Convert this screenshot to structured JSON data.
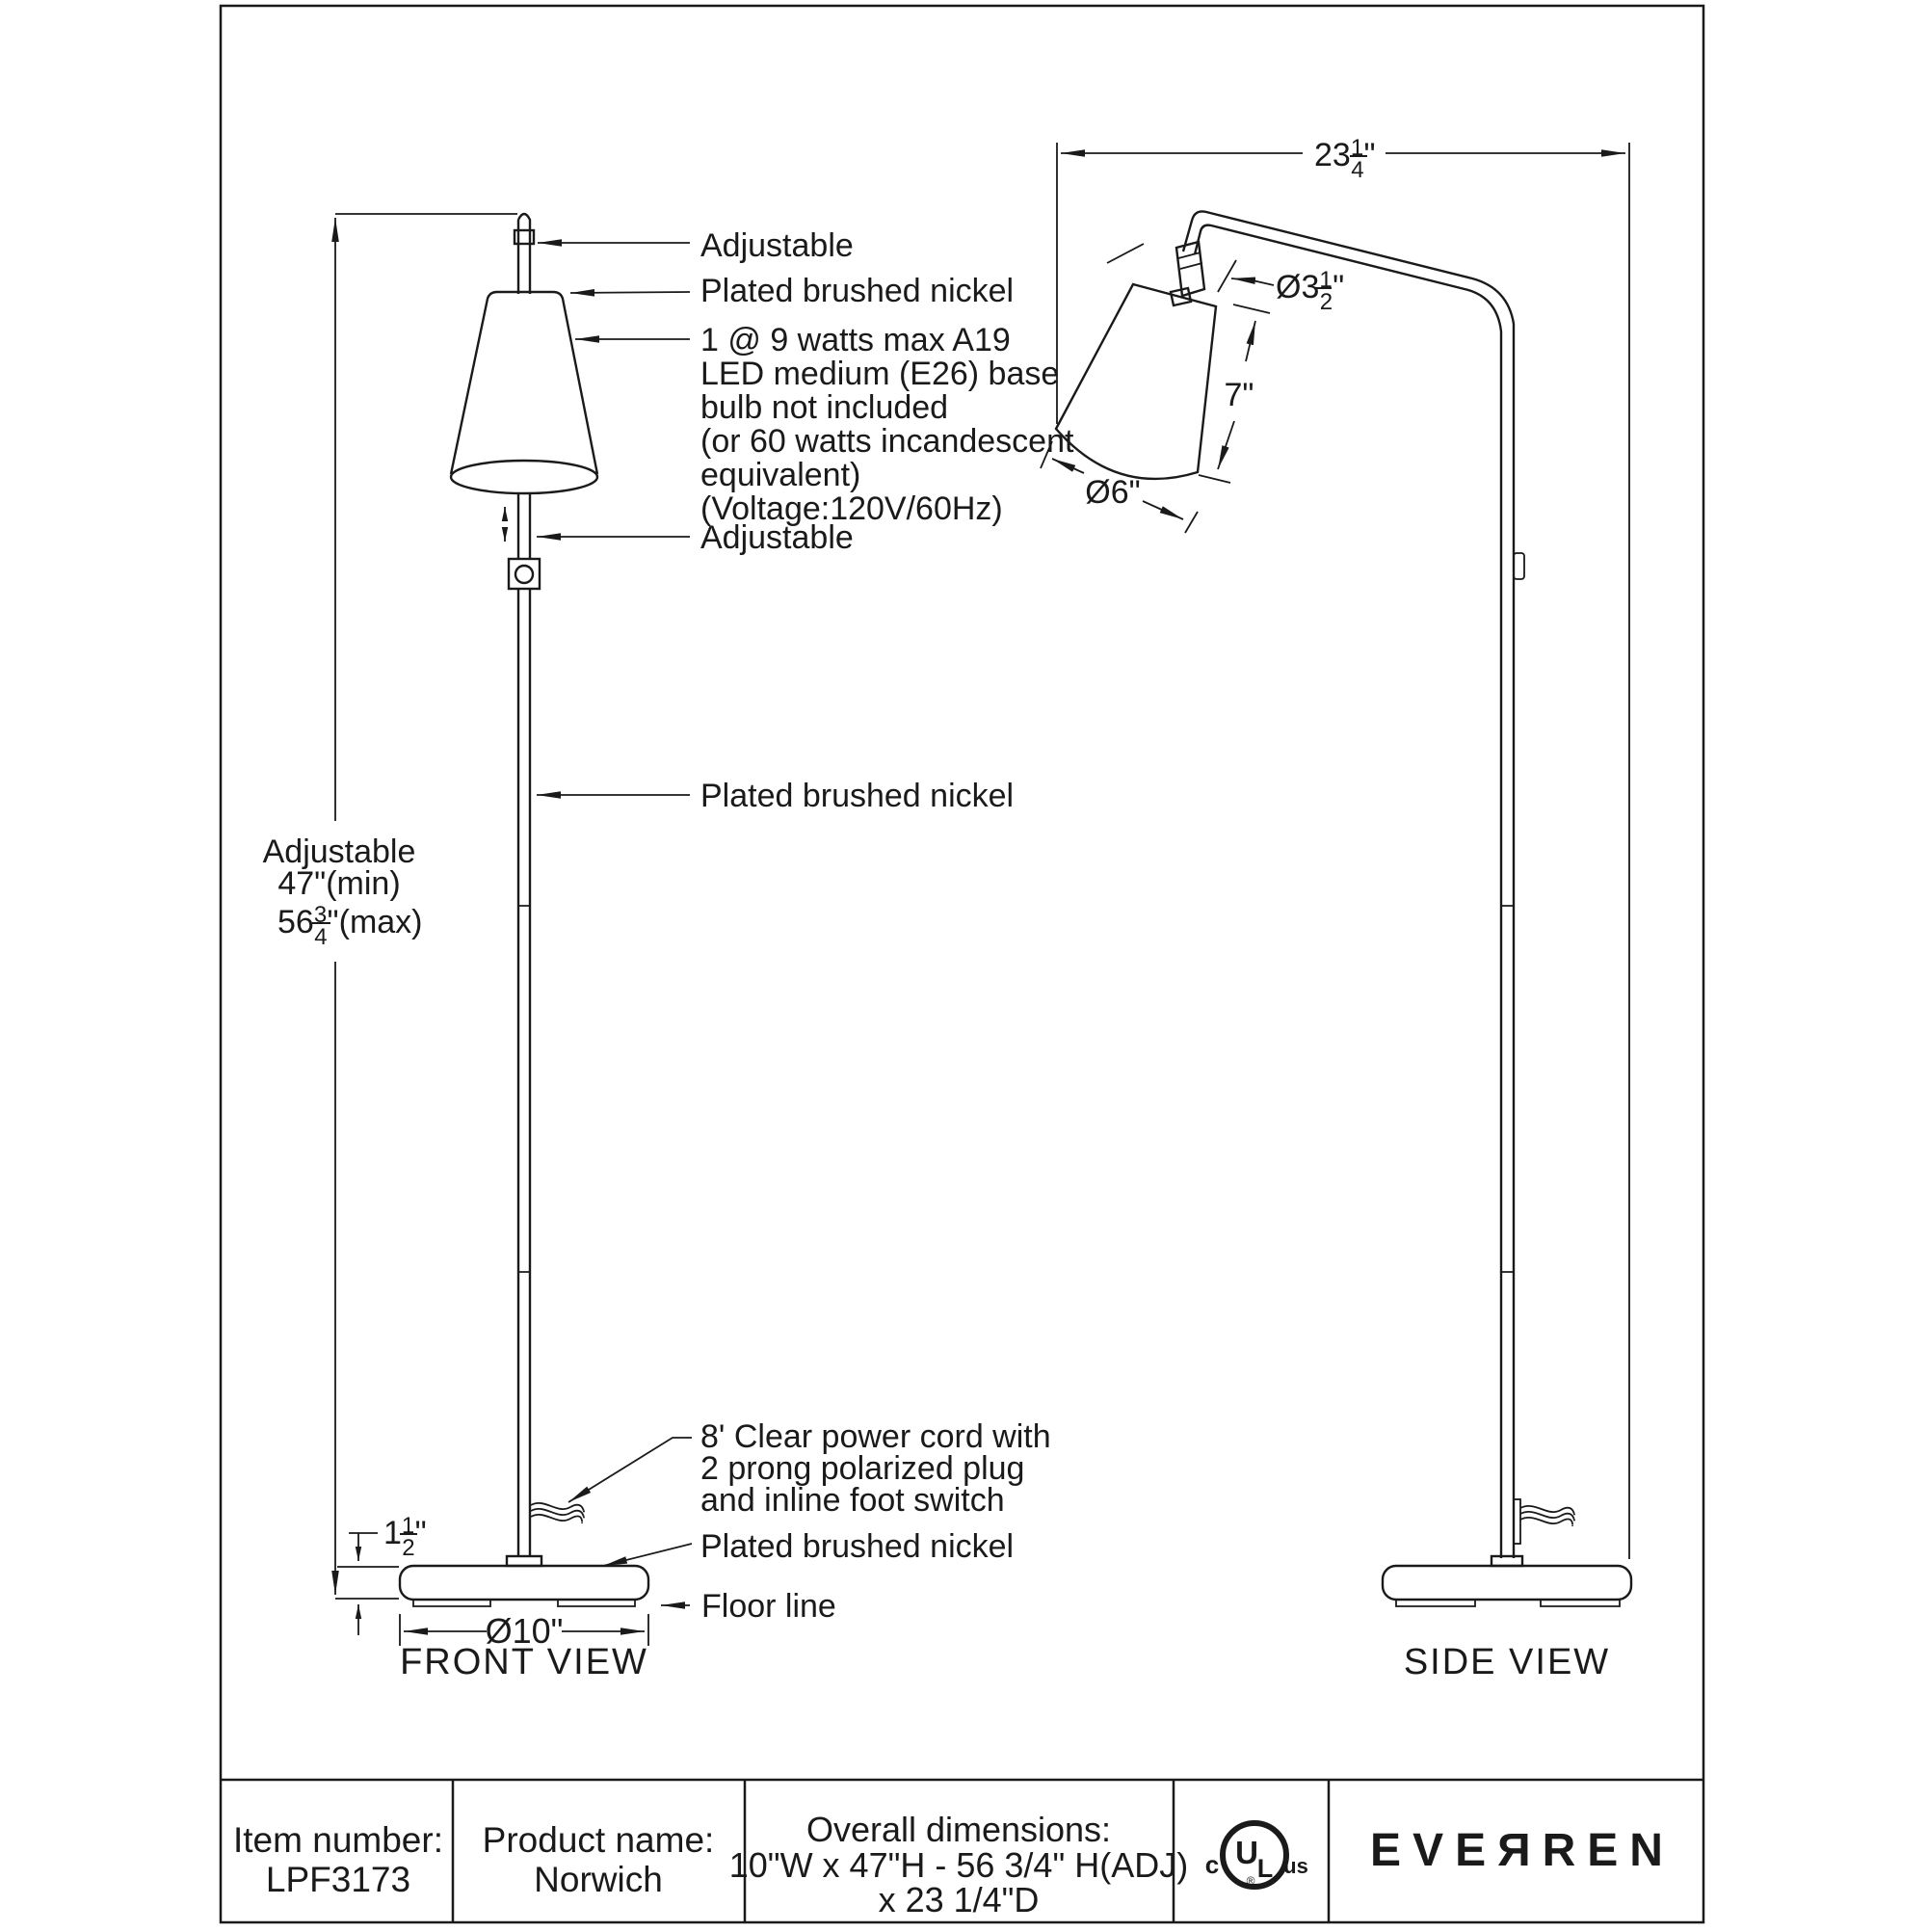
{
  "drawing": {
    "front": {
      "labels": {
        "adjustable_top": "Adjustable",
        "shade_material": "Plated brushed nickel",
        "bulb_lines": [
          "1 @ 9 watts max A19",
          "LED medium (E26) base",
          "bulb not included",
          "(or 60 watts incandescent",
          "equivalent)",
          "(Voltage:120V/60Hz)"
        ],
        "adjustable_mid": "Adjustable",
        "pole_material": "Plated brushed nickel",
        "cord_lines": [
          "8' Clear power cord with",
          "2 prong polarized plug",
          "and inline foot switch"
        ],
        "base_material": "Plated brushed nickel",
        "floor_line": "Floor line",
        "view_title": "FRONT VIEW"
      },
      "dims": {
        "height_label": "Adjustable",
        "height_min": "47\"(min)",
        "height_max": {
          "whole": "56",
          "num": "3",
          "den": "4",
          "suffix": "\"(max)"
        },
        "base_height": {
          "whole": "1",
          "num": "1",
          "den": "2",
          "suffix": "\""
        },
        "base_dia": "Ø10\""
      }
    },
    "side": {
      "labels": {
        "view_title": "SIDE VIEW"
      },
      "dims": {
        "depth": {
          "whole": "23",
          "num": "1",
          "den": "4",
          "suffix": "\""
        },
        "shade_top_dia": {
          "whole": "Ø3",
          "num": "1",
          "den": "2",
          "suffix": "\""
        },
        "shade_height": "7\"",
        "shade_bottom_dia": "Ø6\""
      }
    }
  },
  "title_block": {
    "item_label": "Item number:",
    "item_value": "LPF3173",
    "product_label": "Product name:",
    "product_value": "Norwich",
    "dims_label": "Overall dimensions:",
    "dims_line1": "10\"W x 47\"H - 56 3/4\" H(ADJ)",
    "dims_line2": "x 23 1/4\"D",
    "ul": {
      "c": "c",
      "u": "U",
      "l": "L",
      "us": "us",
      "reg": "®"
    },
    "brand": "EVEЯREN"
  },
  "colors": {
    "line": "#1a1a1a",
    "bg": "#ffffff"
  }
}
